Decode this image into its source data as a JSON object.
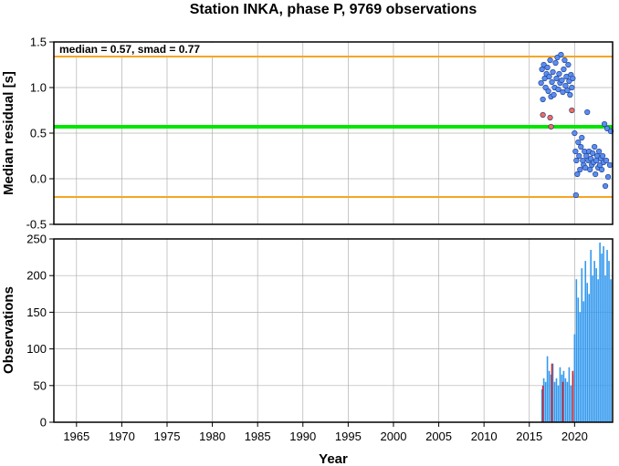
{
  "chart_data": [
    {
      "type": "scatter",
      "title": "Station INKA, phase P, 9769 observations",
      "xlabel": "",
      "ylabel": "Median residual [s]",
      "xlim": [
        1962.5,
        2024.2
      ],
      "ylim": [
        -0.5,
        1.5
      ],
      "yticks": [
        "-0.5",
        "0.0",
        "0.5",
        "1.0",
        "1.5"
      ],
      "annotation": "median = 0.57, smad = 0.77",
      "grid": true,
      "reference_lines": [
        {
          "y": 1.34,
          "color": "#f5a623"
        },
        {
          "y": 0.57,
          "color": "#00e600"
        },
        {
          "y": -0.2,
          "color": "#f5a623"
        }
      ],
      "series": [
        {
          "color": "#5b8def",
          "points": [
            [
              2016.3,
              1.05
            ],
            [
              2016.4,
              1.2
            ],
            [
              2016.5,
              0.87
            ],
            [
              2016.6,
              1.25
            ],
            [
              2016.7,
              1.1
            ],
            [
              2016.8,
              1.0
            ],
            [
              2016.9,
              1.15
            ],
            [
              2017.0,
              1.22
            ],
            [
              2017.1,
              0.96
            ],
            [
              2017.2,
              1.12
            ],
            [
              2017.3,
              1.3
            ],
            [
              2017.4,
              0.9
            ],
            [
              2017.5,
              1.06
            ],
            [
              2017.6,
              1.17
            ],
            [
              2017.7,
              0.92
            ],
            [
              2017.8,
              1.0
            ],
            [
              2017.9,
              1.27
            ],
            [
              2018.0,
              1.1
            ],
            [
              2018.1,
              1.33
            ],
            [
              2018.2,
              0.98
            ],
            [
              2018.3,
              1.15
            ],
            [
              2018.4,
              1.05
            ],
            [
              2018.5,
              1.36
            ],
            [
              2018.6,
              1.08
            ],
            [
              2018.7,
              0.95
            ],
            [
              2018.8,
              1.2
            ],
            [
              2018.9,
              1.3
            ],
            [
              2019.0,
              1.02
            ],
            [
              2019.1,
              1.12
            ],
            [
              2019.2,
              0.97
            ],
            [
              2019.3,
              1.25
            ],
            [
              2019.4,
              1.07
            ],
            [
              2019.5,
              0.92
            ],
            [
              2019.6,
              1.14
            ],
            [
              2019.7,
              1.0
            ],
            [
              2019.8,
              1.1
            ],
            [
              2020.0,
              0.5
            ],
            [
              2020.1,
              0.3
            ],
            [
              2020.15,
              -0.18
            ],
            [
              2020.2,
              0.2
            ],
            [
              2020.3,
              0.05
            ],
            [
              2020.4,
              0.4
            ],
            [
              2020.5,
              0.25
            ],
            [
              2020.6,
              0.1
            ],
            [
              2020.7,
              0.35
            ],
            [
              2020.8,
              0.45
            ],
            [
              2020.9,
              0.2
            ],
            [
              2021.0,
              0.15
            ],
            [
              2021.1,
              0.3
            ],
            [
              2021.2,
              0.12
            ],
            [
              2021.3,
              0.25
            ],
            [
              2021.4,
              0.73
            ],
            [
              2021.5,
              0.2
            ],
            [
              2021.6,
              0.3
            ],
            [
              2021.7,
              0.1
            ],
            [
              2021.8,
              0.22
            ],
            [
              2021.9,
              0.15
            ],
            [
              2022.0,
              0.28
            ],
            [
              2022.1,
              0.18
            ],
            [
              2022.2,
              0.35
            ],
            [
              2022.3,
              0.05
            ],
            [
              2022.4,
              0.2
            ],
            [
              2022.5,
              0.25
            ],
            [
              2022.6,
              0.12
            ],
            [
              2022.7,
              0.3
            ],
            [
              2022.8,
              0.15
            ],
            [
              2022.9,
              0.22
            ],
            [
              2023.0,
              0.1
            ],
            [
              2023.1,
              0.25
            ],
            [
              2023.2,
              0.18
            ],
            [
              2023.3,
              0.6
            ],
            [
              2023.4,
              -0.08
            ],
            [
              2023.5,
              0.2
            ],
            [
              2023.6,
              0.55
            ],
            [
              2023.7,
              0.02
            ],
            [
              2023.9,
              0.15
            ],
            [
              2024.0,
              0.52
            ]
          ]
        },
        {
          "color": "#f06a5a",
          "points": [
            [
              2016.5,
              0.7
            ],
            [
              2017.3,
              0.67
            ],
            [
              2017.4,
              0.57
            ],
            [
              2019.7,
              0.75
            ]
          ]
        }
      ]
    },
    {
      "type": "bar",
      "title": "",
      "xlabel": "Year",
      "ylabel": "Observations",
      "xlim": [
        1962.5,
        2024.2
      ],
      "ylim": [
        0,
        250
      ],
      "yticks": [
        "0",
        "50",
        "100",
        "150",
        "200",
        "250"
      ],
      "xticks": [
        "1965",
        "1970",
        "1975",
        "1980",
        "1985",
        "1990",
        "1995",
        "2000",
        "2005",
        "2010",
        "2015",
        "2020"
      ],
      "grid": true,
      "series": [
        {
          "color": "#3399ee",
          "x": [
            2016.4,
            2016.6,
            2016.8,
            2017.0,
            2017.2,
            2017.4,
            2017.6,
            2017.8,
            2018.0,
            2018.2,
            2018.4,
            2018.6,
            2018.8,
            2019.0,
            2019.2,
            2019.4,
            2019.6,
            2019.8,
            2020.0,
            2020.2,
            2020.4,
            2020.6,
            2020.8,
            2021.0,
            2021.2,
            2021.4,
            2021.6,
            2021.8,
            2022.0,
            2022.2,
            2022.4,
            2022.6,
            2022.8,
            2023.0,
            2023.2,
            2023.4,
            2023.6,
            2023.8,
            2024.0
          ],
          "values": [
            45,
            60,
            55,
            90,
            70,
            65,
            80,
            55,
            60,
            50,
            75,
            65,
            70,
            60,
            55,
            75,
            50,
            65,
            120,
            195,
            170,
            150,
            210,
            165,
            220,
            190,
            175,
            235,
            200,
            220,
            210,
            195,
            245,
            230,
            240,
            200,
            235,
            220,
            195
          ]
        },
        {
          "color": "#dd2222",
          "x": [
            2016.5,
            2017.5,
            2018.7,
            2019.8
          ],
          "values": [
            50,
            80,
            55,
            70
          ]
        }
      ]
    }
  ]
}
